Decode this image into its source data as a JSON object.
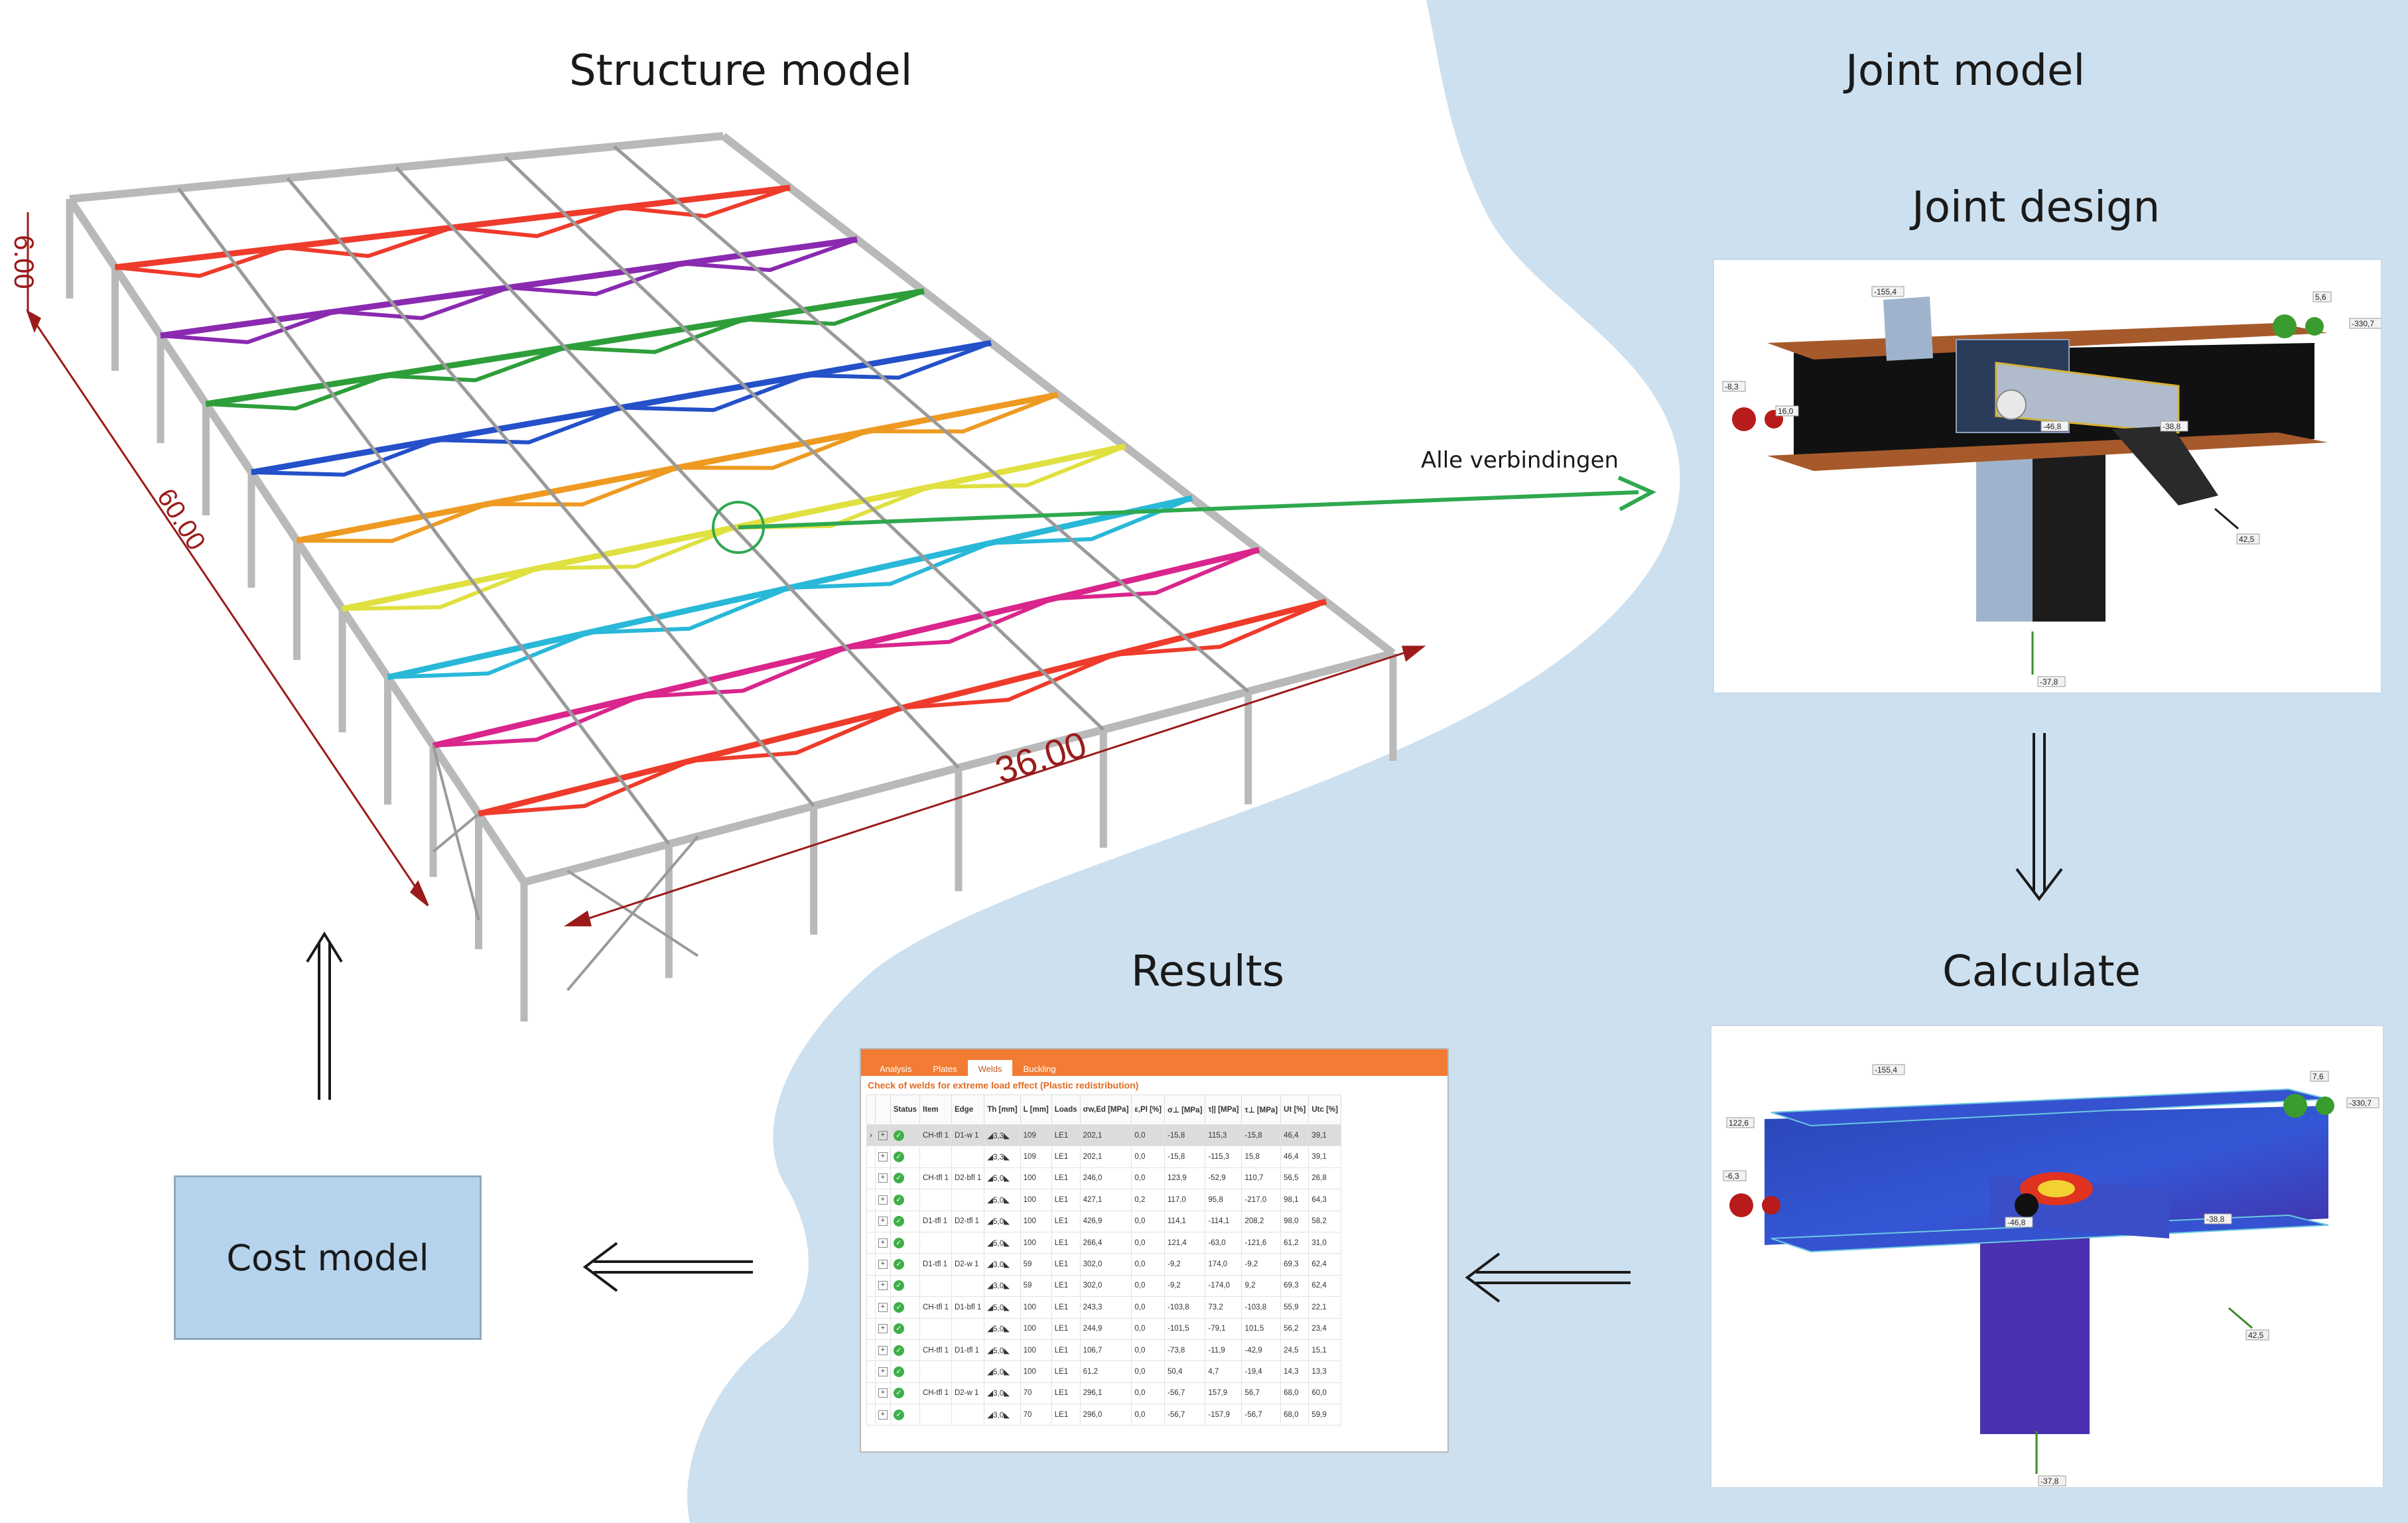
{
  "headings": {
    "structure_model": "Structure model",
    "joint_model": "Joint model",
    "joint_design": "Joint design",
    "calculate": "Calculate",
    "results": "Results"
  },
  "structure": {
    "dim_height": "6.00",
    "dim_length": "60.00",
    "dim_width": "36.00",
    "connection_label": "Alle verbindingen"
  },
  "joint_design_labels": [
    "-155,4",
    "5,6",
    "-330,7",
    "-8,3",
    "16,0",
    "-46,8",
    "-38,8",
    "42,5",
    "-37,8"
  ],
  "calculate_labels": [
    "-155,4",
    "7,6",
    "-330,7",
    "122,6",
    "-6,3",
    "-46,8",
    "-38,8",
    "42,5",
    "-37,8"
  ],
  "cost_model": {
    "label": "Cost model"
  },
  "colors": {
    "background_blue": "#cde0ef",
    "cost_box": "#b5d3ec",
    "dimension": "#9b1b1b",
    "connection_arrow": "#2fa84f",
    "steel_frame": "#bcbcbc",
    "beam_flange": "#a65a2b",
    "results_tab": "#f27c33"
  },
  "results_table": {
    "tabs": [
      "Analysis",
      "Plates",
      "Welds",
      "Buckling"
    ],
    "active_tab": "Welds",
    "title": "Check of welds for extreme load effect (Plastic redistribution)",
    "headers": [
      "",
      "",
      "Status",
      "Item",
      "Edge",
      "Th [mm]",
      "L [mm]",
      "Loads",
      "σw,Ed [MPa]",
      "ε,Pl [%]",
      "σ⊥ [MPa]",
      "τ|| [MPa]",
      "τ⊥ [MPa]",
      "Ut [%]",
      "Utc [%]"
    ],
    "rows": [
      {
        "item": "CH-tfl 1",
        "edge": "D1-w 1",
        "th": "◢3,3◣",
        "l": "109",
        "loads": "LE1",
        "sw": "202,1",
        "epl": "0,0",
        "s1": "-15,8",
        "t1": "115,3",
        "t2": "-15,8",
        "ut": "46,4",
        "utc": "39,1"
      },
      {
        "item": "",
        "edge": "",
        "th": "◢3,3◣",
        "l": "109",
        "loads": "LE1",
        "sw": "202,1",
        "epl": "0,0",
        "s1": "-15,8",
        "t1": "-115,3",
        "t2": "15,8",
        "ut": "46,4",
        "utc": "39,1"
      },
      {
        "item": "CH-tfl 1",
        "edge": "D2-bfl 1",
        "th": "◢5,0◣",
        "l": "100",
        "loads": "LE1",
        "sw": "246,0",
        "epl": "0,0",
        "s1": "123,9",
        "t1": "-52,9",
        "t2": "110,7",
        "ut": "56,5",
        "utc": "26,8"
      },
      {
        "item": "",
        "edge": "",
        "th": "◢5,0◣",
        "l": "100",
        "loads": "LE1",
        "sw": "427,1",
        "epl": "0,2",
        "s1": "117,0",
        "t1": "95,8",
        "t2": "-217,0",
        "ut": "98,1",
        "utc": "64,3"
      },
      {
        "item": "D1-tfl 1",
        "edge": "D2-tfl 1",
        "th": "◢5,0◣",
        "l": "100",
        "loads": "LE1",
        "sw": "426,9",
        "epl": "0,0",
        "s1": "114,1",
        "t1": "-114,1",
        "t2": "208,2",
        "ut": "98,0",
        "utc": "58,2"
      },
      {
        "item": "",
        "edge": "",
        "th": "◢5,0◣",
        "l": "100",
        "loads": "LE1",
        "sw": "266,4",
        "epl": "0,0",
        "s1": "121,4",
        "t1": "-63,0",
        "t2": "-121,6",
        "ut": "61,2",
        "utc": "31,0"
      },
      {
        "item": "D1-tfl 1",
        "edge": "D2-w 1",
        "th": "◢3,0◣",
        "l": "59",
        "loads": "LE1",
        "sw": "302,0",
        "epl": "0,0",
        "s1": "-9,2",
        "t1": "174,0",
        "t2": "-9,2",
        "ut": "69,3",
        "utc": "62,4"
      },
      {
        "item": "",
        "edge": "",
        "th": "◢3,0◣",
        "l": "59",
        "loads": "LE1",
        "sw": "302,0",
        "epl": "0,0",
        "s1": "-9,2",
        "t1": "-174,0",
        "t2": "9,2",
        "ut": "69,3",
        "utc": "62,4"
      },
      {
        "item": "CH-tfl 1",
        "edge": "D1-bfl 1",
        "th": "◢5,0◣",
        "l": "100",
        "loads": "LE1",
        "sw": "243,3",
        "epl": "0,0",
        "s1": "-103,8",
        "t1": "73,2",
        "t2": "-103,8",
        "ut": "55,9",
        "utc": "22,1"
      },
      {
        "item": "",
        "edge": "",
        "th": "◢5,0◣",
        "l": "100",
        "loads": "LE1",
        "sw": "244,9",
        "epl": "0,0",
        "s1": "-101,5",
        "t1": "-79,1",
        "t2": "101,5",
        "ut": "56,2",
        "utc": "23,4"
      },
      {
        "item": "CH-tfl 1",
        "edge": "D1-tfl 1",
        "th": "◢5,0◣",
        "l": "100",
        "loads": "LE1",
        "sw": "106,7",
        "epl": "0,0",
        "s1": "-73,8",
        "t1": "-11,9",
        "t2": "-42,9",
        "ut": "24,5",
        "utc": "15,1"
      },
      {
        "item": "",
        "edge": "",
        "th": "◢5,0◣",
        "l": "100",
        "loads": "LE1",
        "sw": "61,2",
        "epl": "0,0",
        "s1": "50,4",
        "t1": "4,7",
        "t2": "-19,4",
        "ut": "14,3",
        "utc": "13,3"
      },
      {
        "item": "CH-tfl 1",
        "edge": "D2-w 1",
        "th": "◢3,0◣",
        "l": "70",
        "loads": "LE1",
        "sw": "296,1",
        "epl": "0,0",
        "s1": "-56,7",
        "t1": "157,9",
        "t2": "56,7",
        "ut": "68,0",
        "utc": "60,0"
      },
      {
        "item": "",
        "edge": "",
        "th": "◢3,0◣",
        "l": "70",
        "loads": "LE1",
        "sw": "296,0",
        "epl": "0,0",
        "s1": "-56,7",
        "t1": "-157,9",
        "t2": "-56,7",
        "ut": "68,0",
        "utc": "59,9"
      }
    ]
  }
}
